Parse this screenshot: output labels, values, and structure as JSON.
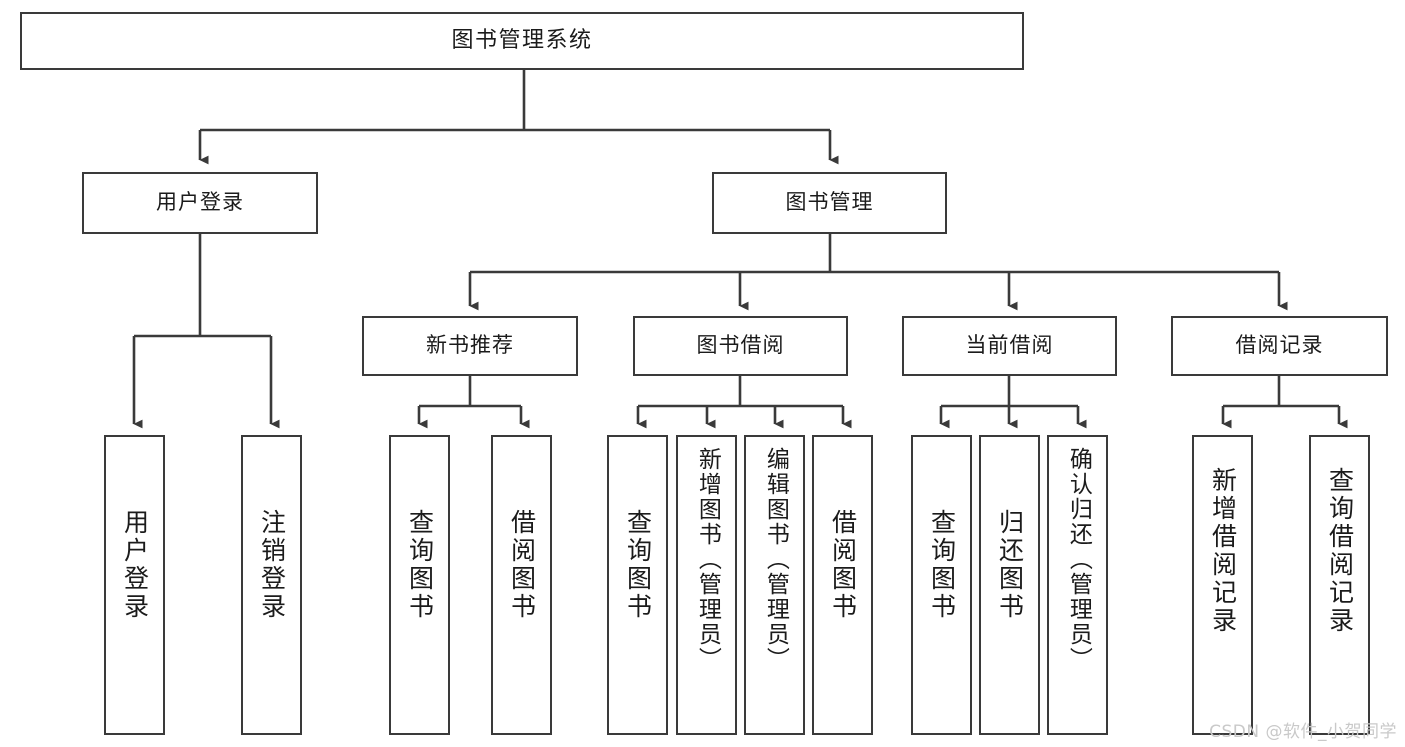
{
  "diagram": {
    "type": "tree",
    "title": "图书管理系统",
    "root": {
      "label": "图书管理系统"
    },
    "level1": [
      {
        "label": "用户登录"
      },
      {
        "label": "图书管理"
      }
    ],
    "level2": [
      {
        "label": "新书推荐"
      },
      {
        "label": "图书借阅"
      },
      {
        "label": "当前借阅"
      },
      {
        "label": "借阅记录"
      }
    ],
    "leaves": {
      "user_login": [
        {
          "label": "用户登录"
        },
        {
          "label": "注销登录"
        }
      ],
      "new_book_recommend": [
        {
          "label": "查询图书"
        },
        {
          "label": "借阅图书"
        }
      ],
      "book_borrow": [
        {
          "label": "查询图书"
        },
        {
          "label": "新增图书（管理员）"
        },
        {
          "label": "编辑图书（管理员）"
        },
        {
          "label": "借阅图书"
        }
      ],
      "current_borrow": [
        {
          "label": "查询图书"
        },
        {
          "label": "归还图书"
        },
        {
          "label": "确认归还（管理员）"
        }
      ],
      "borrow_record": [
        {
          "label": "新增借阅记录"
        },
        {
          "label": "查询借阅记录"
        }
      ]
    }
  },
  "watermark": {
    "text": "CSDN @软件_小贺同学"
  },
  "colors": {
    "stroke": "#3a3a3a",
    "text": "#1b1b1b",
    "background": "#ffffff",
    "watermark": "#c9c9c9"
  }
}
